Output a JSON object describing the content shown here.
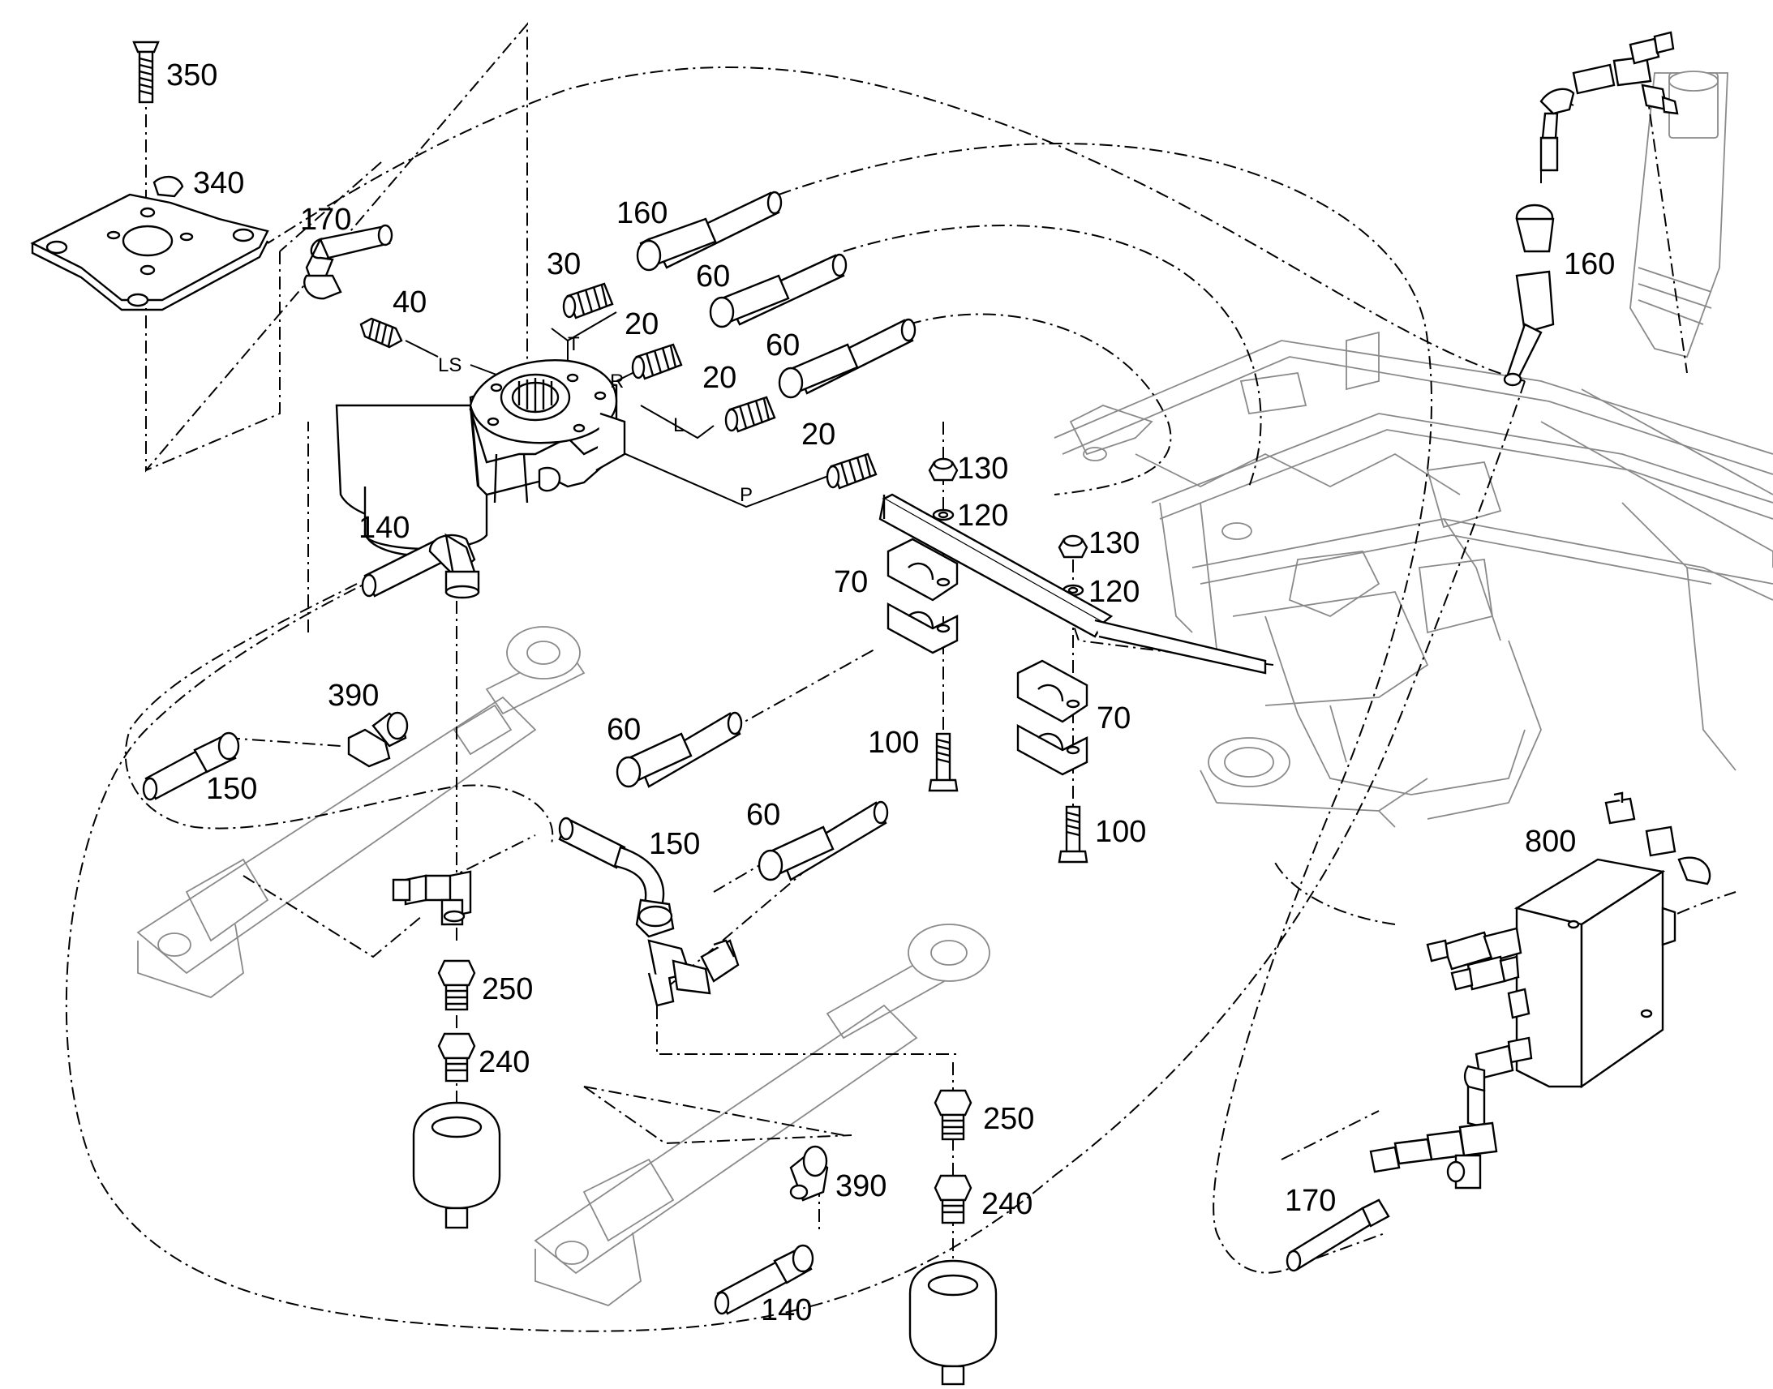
{
  "diagram": {
    "callouts": {
      "c350": "350",
      "c340": "340",
      "c170a": "170",
      "c30": "30",
      "c40": "40",
      "c160a": "160",
      "c60a": "60",
      "c20a": "20",
      "c60b": "60",
      "c20b": "20",
      "c20c": "20",
      "c160b": "160",
      "c130a": "130",
      "c120a": "120",
      "c130b": "130",
      "c120b": "120",
      "c70a": "70",
      "c70b": "70",
      "c140a": "140",
      "c390a": "390",
      "c150a": "150",
      "c60c": "60",
      "c100a": "100",
      "c100b": "100",
      "c60d": "60",
      "c150b": "150",
      "c800": "800",
      "c250a": "250",
      "c240a": "240",
      "c250b": "250",
      "c240b": "240",
      "c390b": "390",
      "c170b": "170",
      "c140b": "140"
    },
    "ports": {
      "t": "T",
      "ls": "LS",
      "r": "R",
      "l": "L",
      "p": "P"
    }
  }
}
